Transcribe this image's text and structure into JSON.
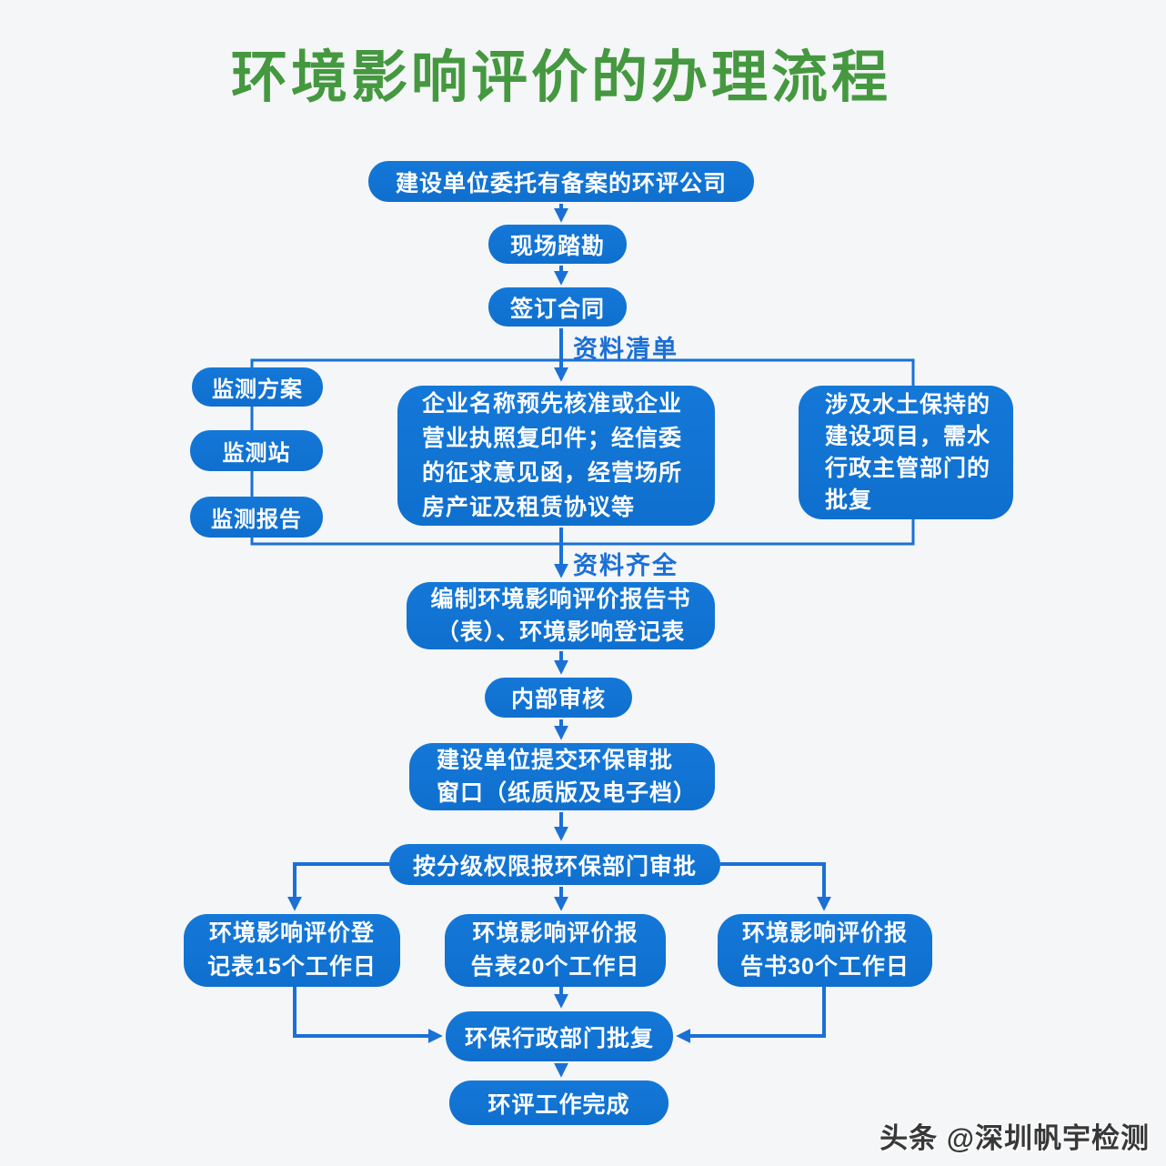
{
  "title": "环境影响评价的办理流程",
  "watermark": "头条 @深圳帆宇检测",
  "colors": {
    "title_green": "#45983f",
    "node_blue": "#0f6fce",
    "line_blue": "#1a70d6",
    "background": "#f4f6f7",
    "node_text": "#fdfdfe"
  },
  "flow": {
    "commission": "建设单位委托有备案的环评公司",
    "site_survey": "现场踏勘",
    "sign_contract": "签订合同",
    "materials_list_label": "资料清单",
    "monitoring_plan": "监测方案",
    "monitoring_station": "监测站",
    "monitoring_report": "监测报告",
    "enterprise_materials_lines": [
      "企业名称预先核准或企业",
      "营业执照复印件；经信委",
      "的征求意见函，经营场所",
      "房产证及租赁协议等"
    ],
    "water_conservation_lines": [
      "涉及水土保持的",
      "建设项目，需水",
      "行政主管部门的",
      "批复"
    ],
    "materials_complete_label": "资料齐全",
    "compile_report_lines": [
      "编制环境影响评价报告书",
      "（表）、环境影响登记表"
    ],
    "internal_review": "内部审核",
    "submit_window_lines": [
      "建设单位提交环保审批",
      "窗口（纸质版及电子档）"
    ],
    "graded_approval": "按分级权限报环保部门审批",
    "branch_registration_lines": [
      "环境影响评价登",
      "记表15个工作日"
    ],
    "branch_report_form_lines": [
      "环境影响评价报",
      "告表20个工作日"
    ],
    "branch_report_book_lines": [
      "环境影响评价报",
      "告书30个工作日"
    ],
    "approval_reply": "环保行政部门批复",
    "work_complete": "环评工作完成"
  }
}
